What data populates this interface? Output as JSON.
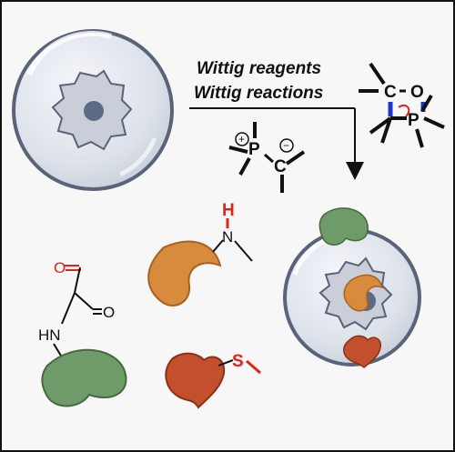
{
  "labels": {
    "line1": "Wittig reagents",
    "line2": "Wittig reactions"
  },
  "atoms": {
    "oxaphosphetane_c": "C",
    "oxaphosphetane_o": "O",
    "oxaphosphetane_p": "P",
    "ylide_p": "P",
    "ylide_c": "C",
    "ylide_p_charge": "+",
    "ylide_c_charge": "−",
    "aldehyde_o": "O",
    "amide_o": "O",
    "amide_n": "HN",
    "amine_h": "H",
    "amine_n": "N",
    "thio_s": "S"
  },
  "colors": {
    "background": "#f7f7f7",
    "sphere_fill": "#e3e7ef",
    "sphere_rim": "#5a6378",
    "gear_fill": "#c9ced8",
    "gear_core": "#5b6b84",
    "green_protein": "#6f9a6a",
    "orange_protein": "#d88b3c",
    "red_protein": "#c2502e",
    "highlight_red": "#e0231b",
    "bond_blue": "#2233cc"
  }
}
